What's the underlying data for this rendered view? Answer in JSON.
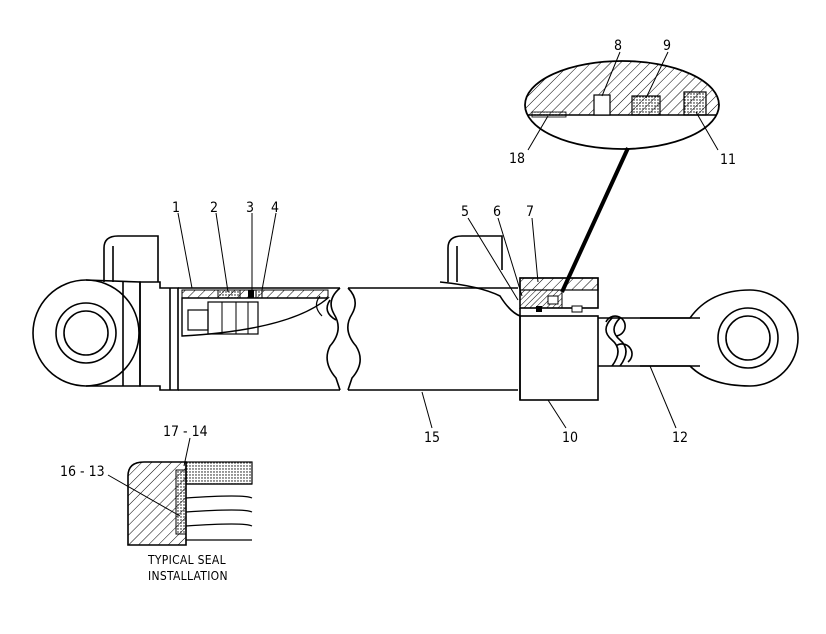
{
  "callouts": {
    "c1": "1",
    "c2": "2",
    "c3": "3",
    "c4": "4",
    "c5": "5",
    "c6": "6",
    "c7": "7",
    "c8": "8",
    "c9": "9",
    "c10": "10",
    "c11": "11",
    "c12": "12",
    "c15": "15",
    "c17_14": "17 - 14",
    "c16_13": "16 - 13",
    "c18": "18"
  },
  "caption": {
    "line1": "TYPICAL SEAL",
    "line2": "INSTALLATION"
  }
}
